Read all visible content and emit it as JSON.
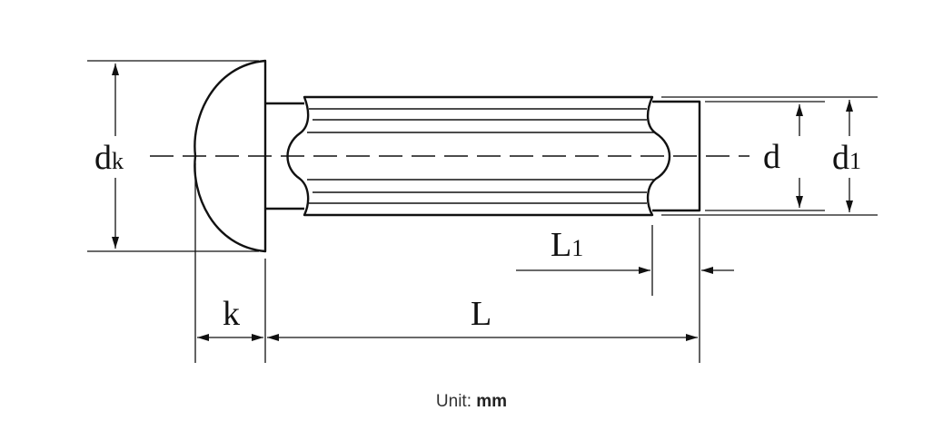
{
  "diagram": {
    "labels": {
      "dk": {
        "main": "d",
        "sub": "k"
      },
      "d": {
        "main": "d",
        "sub": ""
      },
      "d1": {
        "main": "d",
        "sub": "1"
      },
      "L1": {
        "main": "L",
        "sub": "1"
      },
      "k": {
        "main": "k",
        "sub": ""
      },
      "L": {
        "main": "L",
        "sub": ""
      }
    }
  },
  "footer": {
    "unit_label": "Unit: ",
    "unit_value": "mm"
  }
}
